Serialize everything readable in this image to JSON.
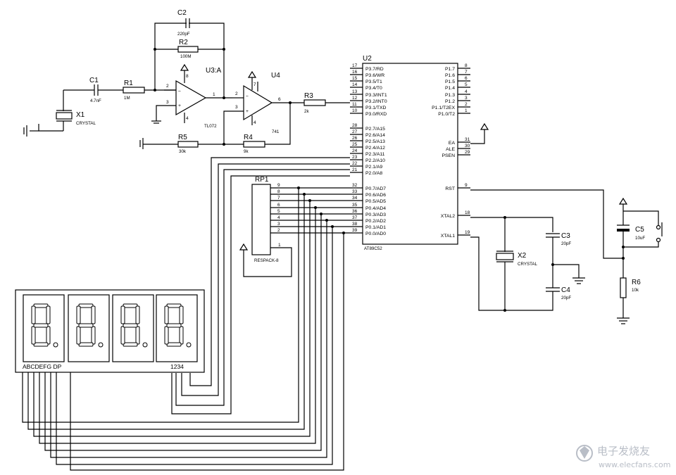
{
  "components": {
    "c1": {
      "ref": "C1",
      "value": "4.7nF"
    },
    "c2": {
      "ref": "C2",
      "value": "220pF"
    },
    "r1": {
      "ref": "R1",
      "value": "1M"
    },
    "r2": {
      "ref": "R2",
      "value": "100M"
    },
    "r3": {
      "ref": "R3",
      "value": "2k"
    },
    "r4": {
      "ref": "R4",
      "value": "9k"
    },
    "r5": {
      "ref": "R5",
      "value": "30k"
    },
    "r6": {
      "ref": "R6",
      "value": "10k"
    },
    "x1": {
      "ref": "X1",
      "value": "CRYSTAL"
    },
    "x2": {
      "ref": "X2",
      "value": "CRYSTAL"
    },
    "c3": {
      "ref": "C3",
      "value": "20pF"
    },
    "c4": {
      "ref": "C4",
      "value": "20pF"
    },
    "c5": {
      "ref": "C5",
      "value": "10uF"
    },
    "u3": {
      "ref": "U3:A",
      "part": "TL072",
      "pin_out": "1",
      "pin_inv": "2",
      "pin_noninv": "3",
      "pin_v8": "8",
      "pin_v4": "4"
    },
    "u4": {
      "ref": "U4",
      "part": "741",
      "pin_out": "6",
      "pin_inv": "2",
      "pin_noninv": "3",
      "pin_v7": "7",
      "pin_v4": "4"
    },
    "rp1": {
      "ref": "RP1",
      "part": "RESPACK-8",
      "pins": [
        "9",
        "8",
        "7",
        "6",
        "5",
        "4",
        "3",
        "2"
      ],
      "common_pin": "1"
    },
    "display": {
      "segment_label": "ABCDEFG  DP",
      "digit_label": "1234"
    }
  },
  "mcu": {
    "ref": "U2",
    "part": "AT89C52",
    "left_pins": [
      {
        "num": "17",
        "name": "P3.7/RD"
      },
      {
        "num": "16",
        "name": "P3.6/WR"
      },
      {
        "num": "15",
        "name": "P3.5/T1"
      },
      {
        "num": "14",
        "name": "P3.4/T0"
      },
      {
        "num": "13",
        "name": "P3.3/INT1"
      },
      {
        "num": "12",
        "name": "P3.2/INT0"
      },
      {
        "num": "11",
        "name": "P3.1/TXD"
      },
      {
        "num": "10",
        "name": "P3.0/RXD"
      },
      {
        "num": "28",
        "name": "P2.7/A15"
      },
      {
        "num": "27",
        "name": "P2.6/A14"
      },
      {
        "num": "26",
        "name": "P2.5/A13"
      },
      {
        "num": "25",
        "name": "P2.4/A12"
      },
      {
        "num": "24",
        "name": "P2.3/A11"
      },
      {
        "num": "23",
        "name": "P2.2/A10"
      },
      {
        "num": "22",
        "name": "P2.1/A9"
      },
      {
        "num": "21",
        "name": "P2.0/A8"
      },
      {
        "num": "32",
        "name": "P0.7/AD7"
      },
      {
        "num": "33",
        "name": "P0.6/AD6"
      },
      {
        "num": "34",
        "name": "P0.5/AD5"
      },
      {
        "num": "35",
        "name": "P0.4/AD4"
      },
      {
        "num": "36",
        "name": "P0.3/AD3"
      },
      {
        "num": "37",
        "name": "P0.2/AD2"
      },
      {
        "num": "38",
        "name": "P0.1/AD1"
      },
      {
        "num": "39",
        "name": "P0.0/AD0"
      }
    ],
    "right_pins": [
      {
        "num": "8",
        "name": "P1.7"
      },
      {
        "num": "7",
        "name": "P1.6"
      },
      {
        "num": "6",
        "name": "P1.5"
      },
      {
        "num": "5",
        "name": "P1.4"
      },
      {
        "num": "4",
        "name": "P1.3"
      },
      {
        "num": "3",
        "name": "P1.2"
      },
      {
        "num": "2",
        "name": "P1.1/T2EX"
      },
      {
        "num": "1",
        "name": "P1.0/T2"
      },
      {
        "num": "31",
        "name": "EA"
      },
      {
        "num": "30",
        "name": "ALE"
      },
      {
        "num": "29",
        "name": "PSEN"
      },
      {
        "num": "9",
        "name": "RST"
      },
      {
        "num": "18",
        "name": "XTAL2"
      },
      {
        "num": "19",
        "name": "XTAL1"
      }
    ]
  },
  "watermark": {
    "text": "电子发烧友",
    "url": "www.elecfans.com"
  }
}
